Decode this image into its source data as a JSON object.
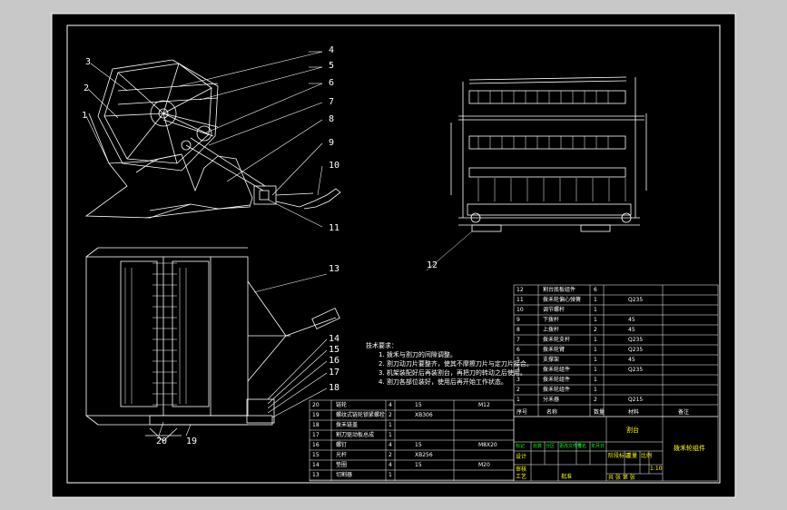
{
  "part_numbers": [
    "1",
    "2",
    "3",
    "4",
    "5",
    "6",
    "7",
    "8",
    "9",
    "10",
    "11",
    "12",
    "13",
    "14",
    "15",
    "16",
    "17",
    "18",
    "19",
    "20"
  ],
  "tech_requirements": {
    "title": "技术要求：",
    "items": [
      "1. 拨禾与割刀的间隙调整。",
      "2. 割刀动刀片要整齐，使其不摩擦刀片与定刀片接合。",
      "3. 机架装配好后再装割台，再把刀的转动之后使用。",
      "4. 割刀各部位装好，使用后再开始工作状态。"
    ]
  },
  "upper_bom": {
    "rows": [
      [
        "12",
        "割台底板组件",
        "6",
        "",
        ""
      ],
      [
        "11",
        "拨禾轮偏心弹簧",
        "1",
        "Q235",
        ""
      ],
      [
        "10",
        "调节螺杆",
        "1",
        "",
        ""
      ],
      [
        "9",
        "下拨杆",
        "1",
        "45",
        ""
      ],
      [
        "8",
        "上拨杆",
        "2",
        "45",
        ""
      ],
      [
        "7",
        "拨禾轮支杆",
        "1",
        "Q235",
        ""
      ],
      [
        "6",
        "拨禾轮臂",
        "1",
        "Q235",
        ""
      ],
      [
        "5",
        "支撑架",
        "1",
        "45",
        ""
      ],
      [
        "4",
        "拨禾轮组件",
        "1",
        "Q235",
        ""
      ],
      [
        "3",
        "拨禾轮组件",
        "1",
        "",
        ""
      ],
      [
        "2",
        "拨禾轮组件",
        "1",
        "",
        ""
      ],
      [
        "1",
        "分禾器",
        "2",
        "Q215",
        ""
      ]
    ],
    "header": [
      "序号",
      "名称",
      "数量",
      "材料",
      "备注"
    ]
  },
  "lower_bom": {
    "rows": [
      [
        "20",
        "链轮",
        "4",
        "15",
        "M12"
      ],
      [
        "19",
        "螺纹式链轮锁紧螺栓",
        "2",
        "XB306",
        ""
      ],
      [
        "18",
        "拨禾链盖",
        "1",
        "",
        ""
      ],
      [
        "17",
        "割刀驱动板总成",
        "1",
        "",
        ""
      ],
      [
        "16",
        "螺钉",
        "4",
        "15",
        "M8X20"
      ],
      [
        "15",
        "光杆",
        "2",
        "XB256",
        ""
      ],
      [
        "14",
        "垫圈",
        "4",
        "15",
        "M20"
      ],
      [
        "13",
        "切割器",
        "1",
        "",
        ""
      ]
    ]
  },
  "title_block": {
    "drawing_title": "拨禾轮组件",
    "part_name": "割台",
    "labels": [
      "标记",
      "处数",
      "分区",
      "更改文件号",
      "签名",
      "年月日"
    ],
    "design": "设计",
    "check": "审核",
    "process": "工艺",
    "approve": "批准",
    "scale_label": "比例",
    "weight_label": "重量",
    "stage_label": "阶段标记",
    "sheet_label": "共 张 第 张",
    "scale": "1:10"
  }
}
